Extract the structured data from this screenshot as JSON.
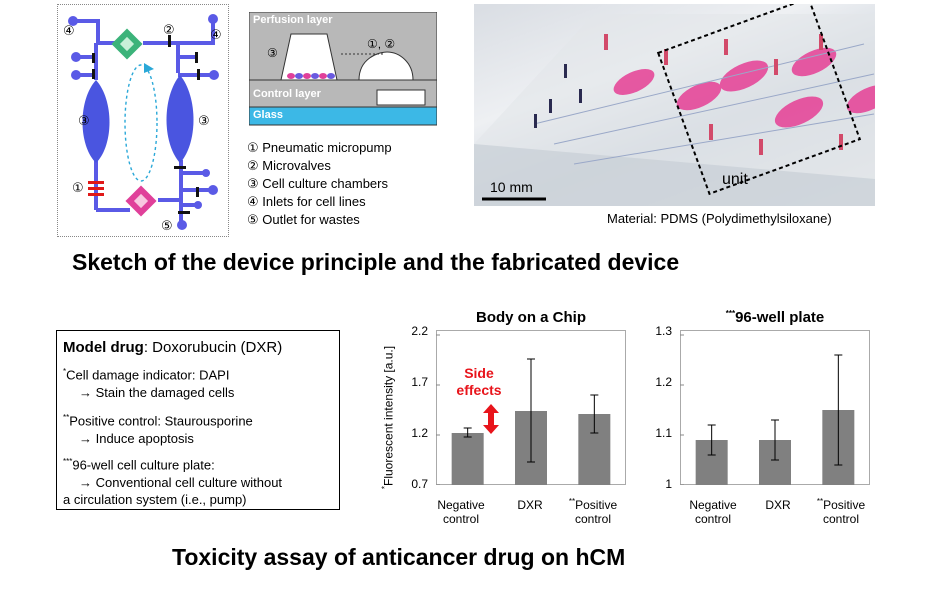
{
  "sketch": {
    "labels": {
      "inlet_left": "④",
      "inlet_right": "④",
      "valve": "②",
      "chamber_left": "③",
      "chamber_right": "③",
      "pump": "①",
      "outlet": "⑤"
    }
  },
  "cross_section": {
    "perfusion_layer": "Perfusion layer",
    "control_layer": "Control layer",
    "glass": "Glass",
    "chamber_label": "③",
    "valve_label": "①, ②"
  },
  "legend": {
    "items": [
      "① Pneumatic micropump",
      "② Microvalves",
      "③ Cell culture chambers",
      "④ Inlets for cell lines",
      "⑤ Outlet for wastes"
    ]
  },
  "photo": {
    "scale_label": "10 mm",
    "unit_label": "unit",
    "material": "Material: PDMS (Polydimethylsiloxane)"
  },
  "heading_top": "Sketch of the device principle and the fabricated device",
  "heading_bottom": "Toxicity assay of anticancer drug on hCM",
  "drug_box": {
    "model_drug_label": "Model drug",
    "model_drug_value": ": Doxorubucin (DXR)",
    "l1_mark": "*",
    "l1_text": "Cell damage indicator: DAPI",
    "l2_text": "→ Stain the damaged cells",
    "l3_mark": "**",
    "l3_text": "Positive control: Staurousporine",
    "l4_text": "→ Induce apoptosis",
    "l5_mark": "***",
    "l5_text": "96-well cell culture plate:",
    "l6_text": "→ Conventional cell culture without",
    "l7_text": "a circulation system (i.e., pump)"
  },
  "annotation": {
    "side": "Side",
    "effects": "effects",
    "color": "#e8141b"
  },
  "ylabel_mark": "*",
  "ylabel_text": "Fluorescent intensity [a.u.]",
  "colors": {
    "bar": "#808080",
    "glass": "#3cb8e6",
    "channel": "#5a5ae6",
    "chamber": "#4a55e0",
    "valve_green": "#3cb37a",
    "valve_pink": "#e0409a",
    "pump_red": "#e01818"
  },
  "chart_data": [
    {
      "type": "bar",
      "title": "Body on a Chip",
      "title_mark": "",
      "categories": [
        {
          "line1_mark": "",
          "line1": "Negative",
          "line2": "control"
        },
        {
          "line1_mark": "",
          "line1": "DXR",
          "line2": ""
        },
        {
          "line1_mark": "**",
          "line1": "Positive",
          "line2": "control"
        }
      ],
      "values": [
        1.22,
        1.44,
        1.41
      ],
      "error_low": [
        1.18,
        0.93,
        1.22
      ],
      "error_high": [
        1.27,
        1.96,
        1.6
      ],
      "ylim": [
        0.7,
        2.2
      ],
      "yticks": [
        "2.2",
        "1.7",
        "1.2",
        "0.7"
      ],
      "ytick_values": [
        2.2,
        1.7,
        1.2,
        0.7
      ]
    },
    {
      "type": "bar",
      "title": "96-well plate",
      "title_mark": "***",
      "categories": [
        {
          "line1_mark": "",
          "line1": "Negative",
          "line2": "control"
        },
        {
          "line1_mark": "",
          "line1": "DXR",
          "line2": ""
        },
        {
          "line1_mark": "**",
          "line1": "Positive",
          "line2": "control"
        }
      ],
      "values": [
        1.09,
        1.09,
        1.15
      ],
      "error_low": [
        1.06,
        1.05,
        1.04
      ],
      "error_high": [
        1.12,
        1.13,
        1.26
      ],
      "ylim": [
        1.0,
        1.3
      ],
      "yticks": [
        "1.3",
        "1.2",
        "1.1",
        "1"
      ],
      "ytick_values": [
        1.3,
        1.2,
        1.1,
        1.0
      ]
    }
  ]
}
